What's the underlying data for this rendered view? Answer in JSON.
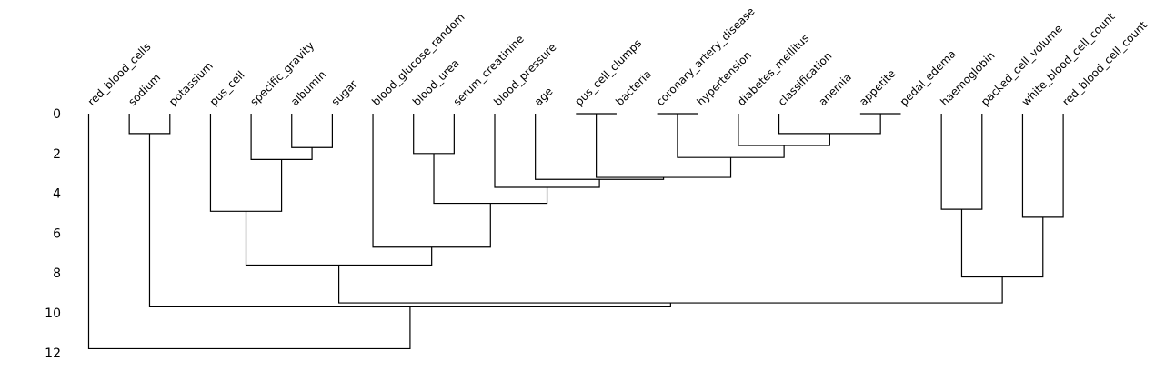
{
  "chart_data": {
    "type": "dendrogram",
    "orientation": "top-down",
    "leaves": [
      "red_blood_cells",
      "sodium",
      "potassium",
      "pus_cell",
      "specific_gravity",
      "albumin",
      "sugar",
      "blood_glucose_random",
      "blood_urea",
      "serum_creatinine",
      "blood_pressure",
      "age",
      "pus_cell_clumps",
      "bacteria",
      "coronary_artery_disease",
      "hypertension",
      "diabetes_mellitus",
      "classification",
      "anemia",
      "appetite",
      "pedal_edema",
      "haemoglobin",
      "packed_cell_volume",
      "white_blood_cell_count",
      "red_blood_cell_count"
    ],
    "merges": [
      {
        "left": "L12",
        "right": "L13",
        "height": 0.0
      },
      {
        "left": "L14",
        "right": "L15",
        "height": 0.0
      },
      {
        "left": "L19",
        "right": "L20",
        "height": 0.0
      },
      {
        "left": "L17",
        "right": "C2",
        "height": 1.0
      },
      {
        "left": "L1",
        "right": "L2",
        "height": 1.0
      },
      {
        "left": "L5",
        "right": "L6",
        "height": 1.7
      },
      {
        "left": "L16",
        "right": "C3",
        "height": 1.6
      },
      {
        "left": "L8",
        "right": "L9",
        "height": 2.0
      },
      {
        "left": "L4",
        "right": "C5",
        "height": 2.3
      },
      {
        "left": "C1",
        "right": "C6",
        "height": 2.2
      },
      {
        "left": "C0",
        "right": "C9",
        "height": 3.2
      },
      {
        "left": "L11",
        "right": "C10",
        "height": 3.3
      },
      {
        "left": "L10",
        "right": "C11",
        "height": 3.7
      },
      {
        "left": "C7",
        "right": "C12",
        "height": 4.5
      },
      {
        "left": "L3",
        "right": "C8",
        "height": 4.9
      },
      {
        "left": "L21",
        "right": "L22",
        "height": 4.8
      },
      {
        "left": "L23",
        "right": "L24",
        "height": 5.2
      },
      {
        "left": "L7",
        "right": "C13",
        "height": 6.7
      },
      {
        "left": "C14",
        "right": "C17",
        "height": 7.6
      },
      {
        "left": "C15",
        "right": "C16",
        "height": 8.2
      },
      {
        "left": "C18",
        "right": "C19",
        "height": 9.5
      },
      {
        "left": "C4",
        "right": "C20",
        "height": 9.7
      },
      {
        "left": "L0",
        "right": "C21",
        "height": 11.8
      }
    ],
    "yaxis": {
      "ticks": [
        0,
        2,
        4,
        6,
        8,
        10,
        12
      ],
      "tick_labels": [
        "0",
        "2",
        "4",
        "6",
        "8",
        "10",
        "12"
      ],
      "range": [
        0,
        12
      ]
    }
  }
}
